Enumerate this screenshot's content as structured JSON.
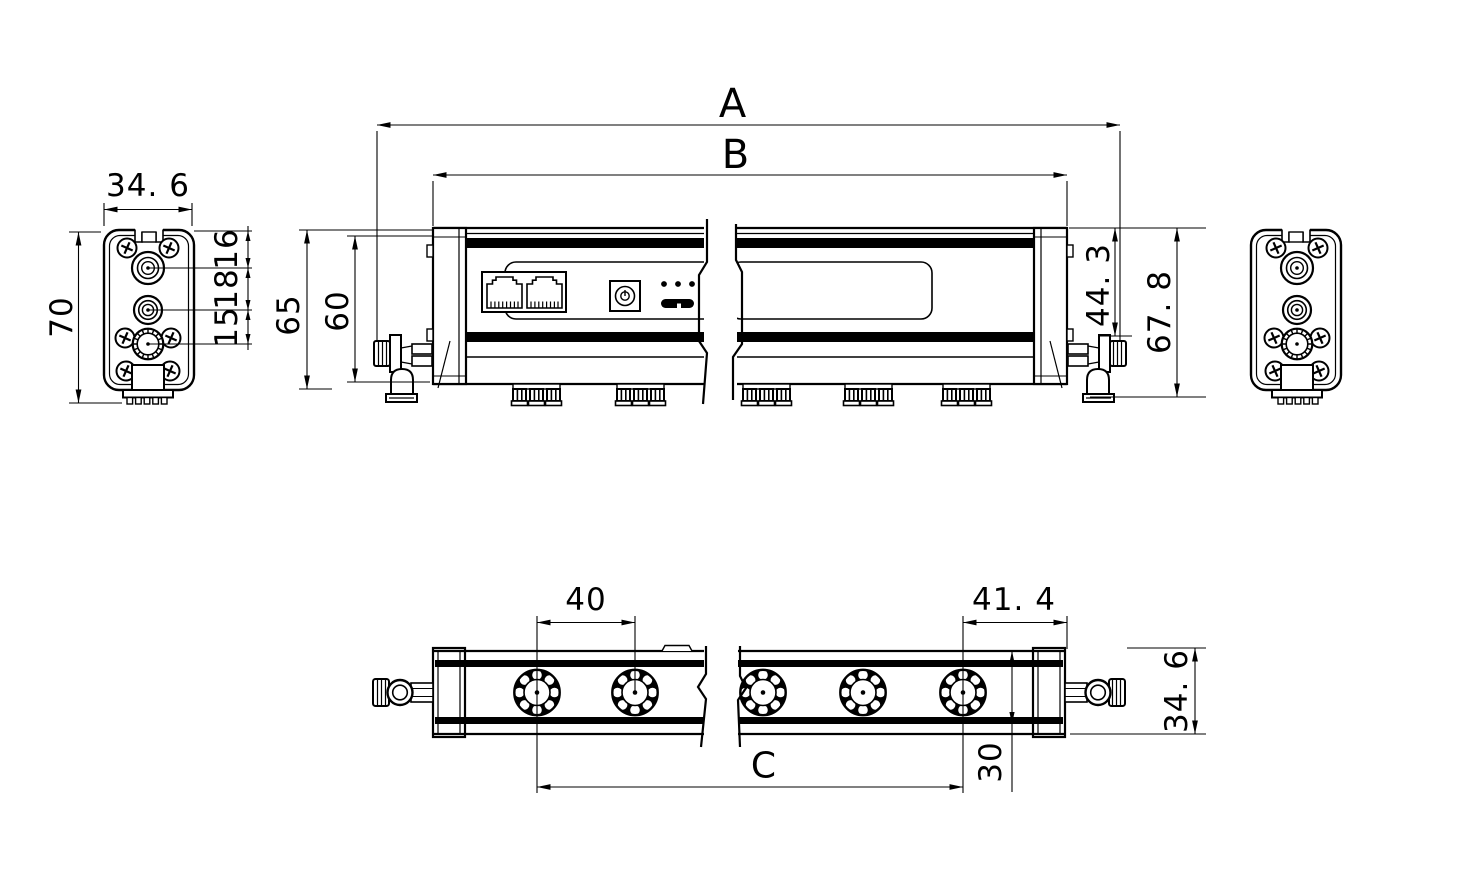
{
  "dims": {
    "end_width": "34. 6",
    "end_height": "70",
    "spacing_top": "16",
    "spacing_mid": "18",
    "spacing_bot": "15",
    "overall_length": "A",
    "body_length": "B",
    "height_65": "65",
    "height_60": "60",
    "bracket_height": "44. 3",
    "overall_height": "67. 8",
    "led_pitch": "40",
    "end_offset": "41. 4",
    "led_span": "C",
    "profile_30": "30",
    "profile_width": "34. 6"
  }
}
